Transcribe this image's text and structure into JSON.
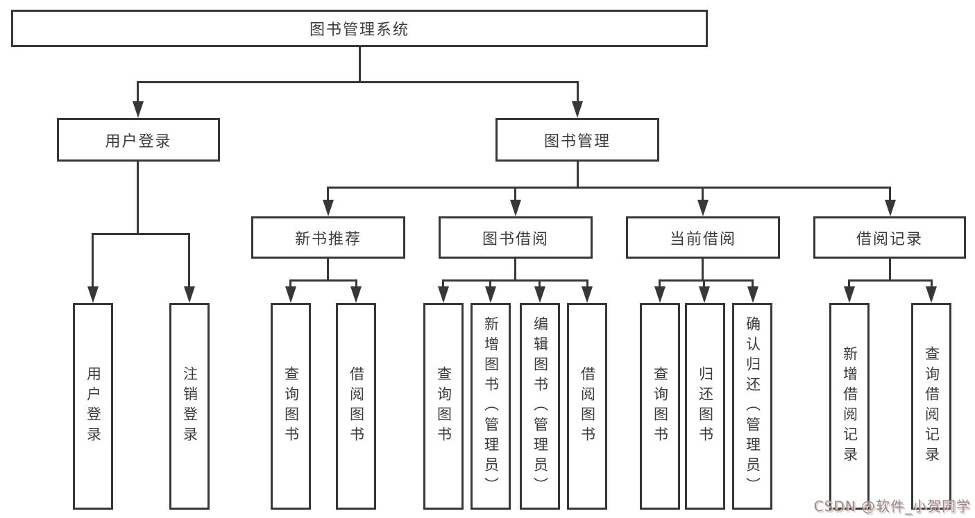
{
  "diagram_type": "hierarchy-tree",
  "colors": {
    "line": "#373737",
    "text": "#3b3b3b",
    "page_background": "#ffffff",
    "box_background": "#ffffff",
    "watermark_text": "#909090",
    "watermark_shadow": "#eebfbf"
  },
  "tree": {
    "label": "图书管理系统",
    "children": [
      {
        "label": "用户登录",
        "children": [
          {
            "label": "用户登录"
          },
          {
            "label": "注销登录"
          }
        ]
      },
      {
        "label": "图书管理",
        "children": [
          {
            "label": "新书推荐",
            "children": [
              {
                "label": "查询图书"
              },
              {
                "label": "借阅图书"
              }
            ]
          },
          {
            "label": "图书借阅",
            "children": [
              {
                "label": "查询图书"
              },
              {
                "label": "新增图书（管理员）"
              },
              {
                "label": "编辑图书（管理员）"
              },
              {
                "label": "借阅图书"
              }
            ]
          },
          {
            "label": "当前借阅",
            "children": [
              {
                "label": "查询图书"
              },
              {
                "label": "归还图书"
              },
              {
                "label": "确认归还（管理员）"
              }
            ]
          },
          {
            "label": "借阅记录",
            "children": [
              {
                "label": "新增借阅记录"
              },
              {
                "label": "查询借阅记录"
              }
            ]
          }
        ]
      }
    ]
  },
  "watermark": {
    "text": "CSDN @软件_小贺同学"
  }
}
